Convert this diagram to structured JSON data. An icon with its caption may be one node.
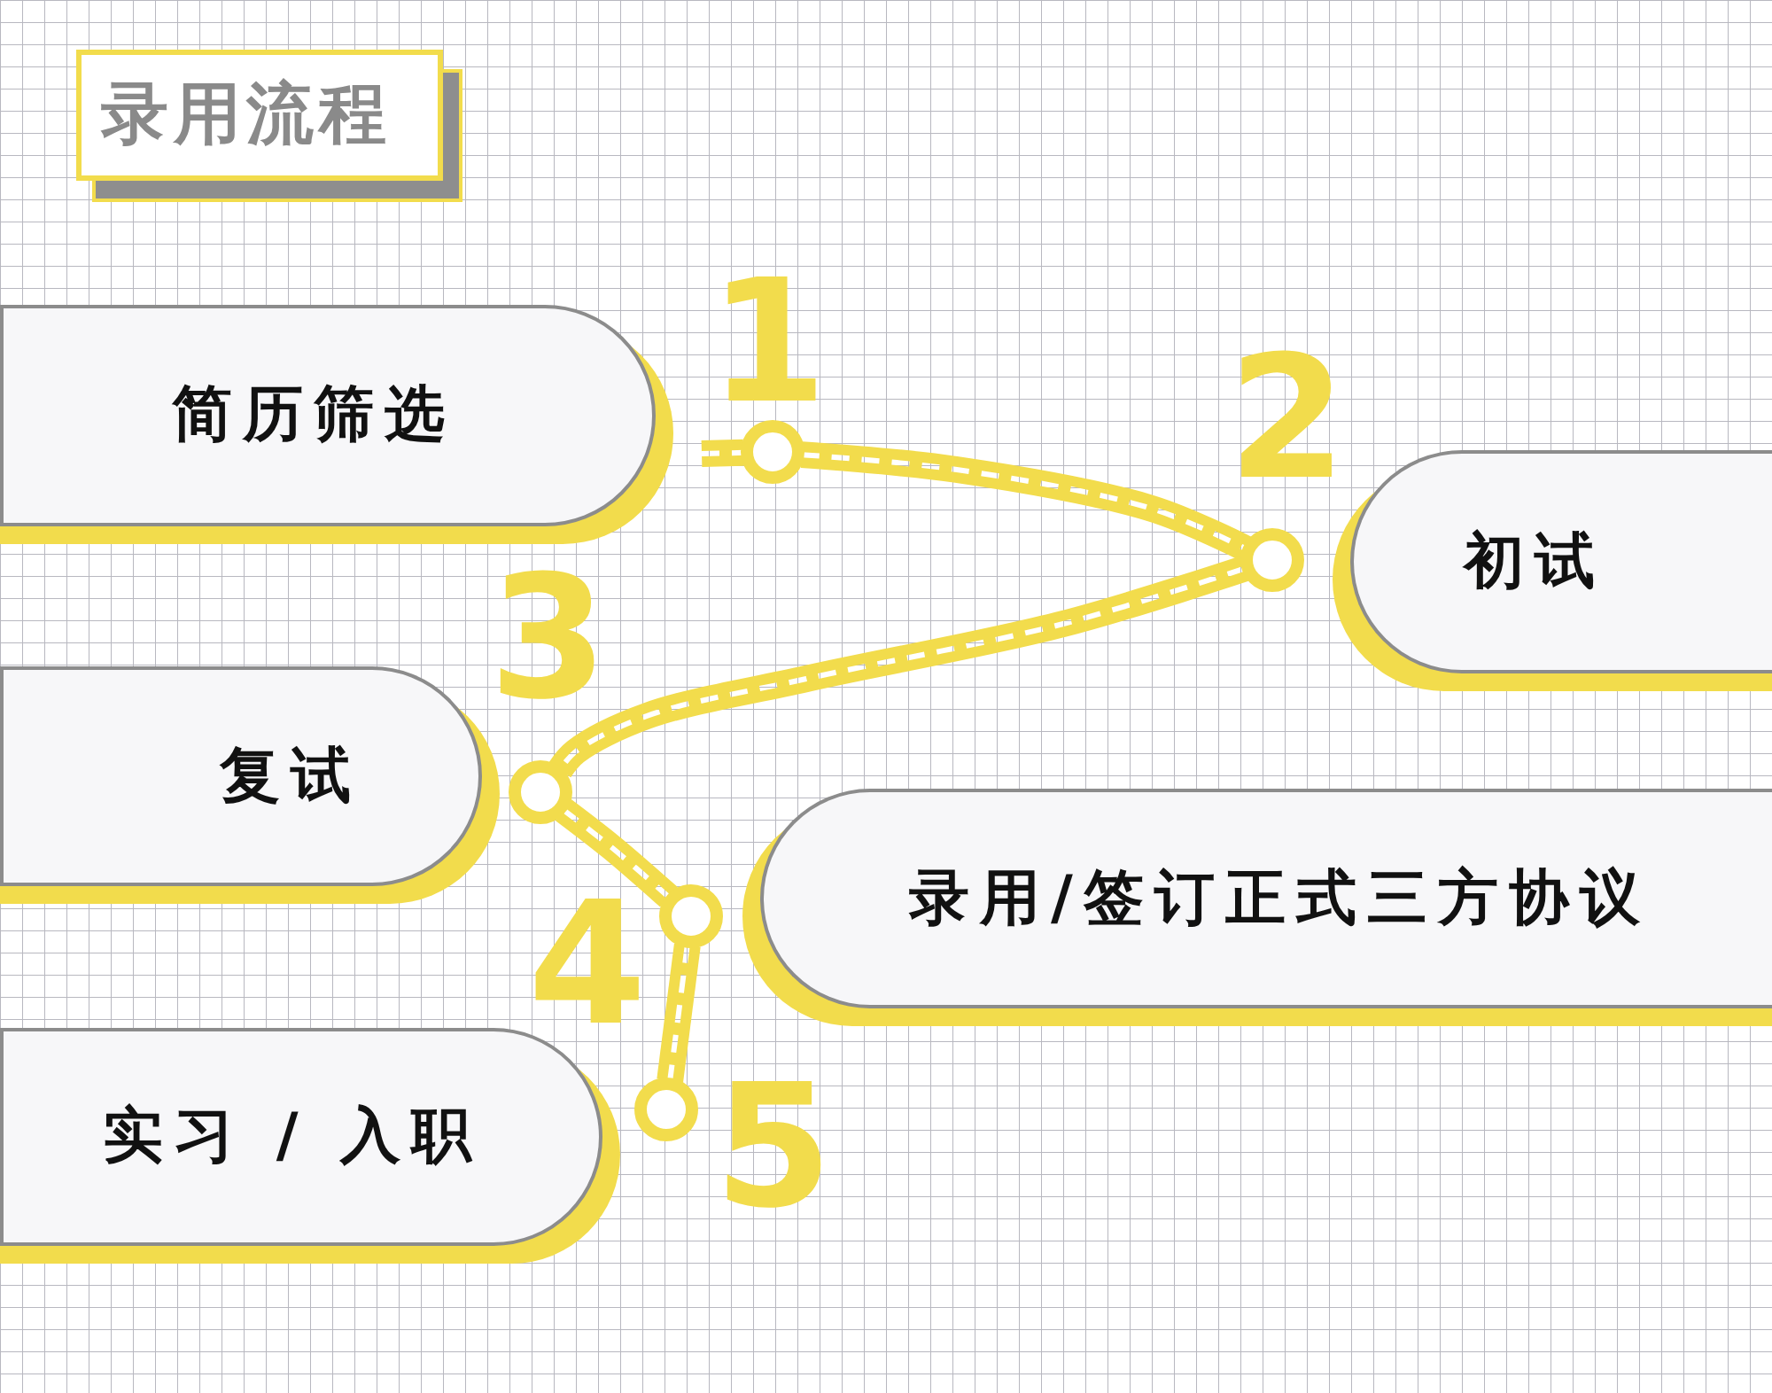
{
  "diagram": {
    "title": "录用流程",
    "nodes": [
      {
        "text": [
          "简历筛选"
        ]
      },
      {
        "text": [
          "初试"
        ]
      },
      {
        "text": [
          "复试"
        ]
      },
      {
        "text": [
          "录用/签订正式三方协议"
        ]
      },
      {
        "text": [
          "实习 / 入职"
        ]
      },
      {
        "text": [],
        "shape": "circle",
        "beside": [
          "1"
        ]
      },
      {
        "text": [],
        "shape": "circle",
        "beside": [
          "2"
        ]
      },
      {
        "text": [],
        "shape": "circle",
        "beside": [
          "3"
        ]
      },
      {
        "text": [],
        "shape": "circle",
        "beside": [
          "4"
        ]
      },
      {
        "text": [],
        "shape": "circle",
        "beside": [
          "5"
        ]
      }
    ],
    "edges": [
      {
        "from": null,
        "to": 5,
        "arrow": "none"
      },
      {
        "from": 5,
        "to": 6,
        "arrow": "none"
      },
      {
        "from": 6,
        "to": 7,
        "arrow": "none"
      },
      {
        "from": 7,
        "to": 8,
        "arrow": "none"
      },
      {
        "from": 8,
        "to": 9,
        "arrow": "none"
      }
    ]
  }
}
